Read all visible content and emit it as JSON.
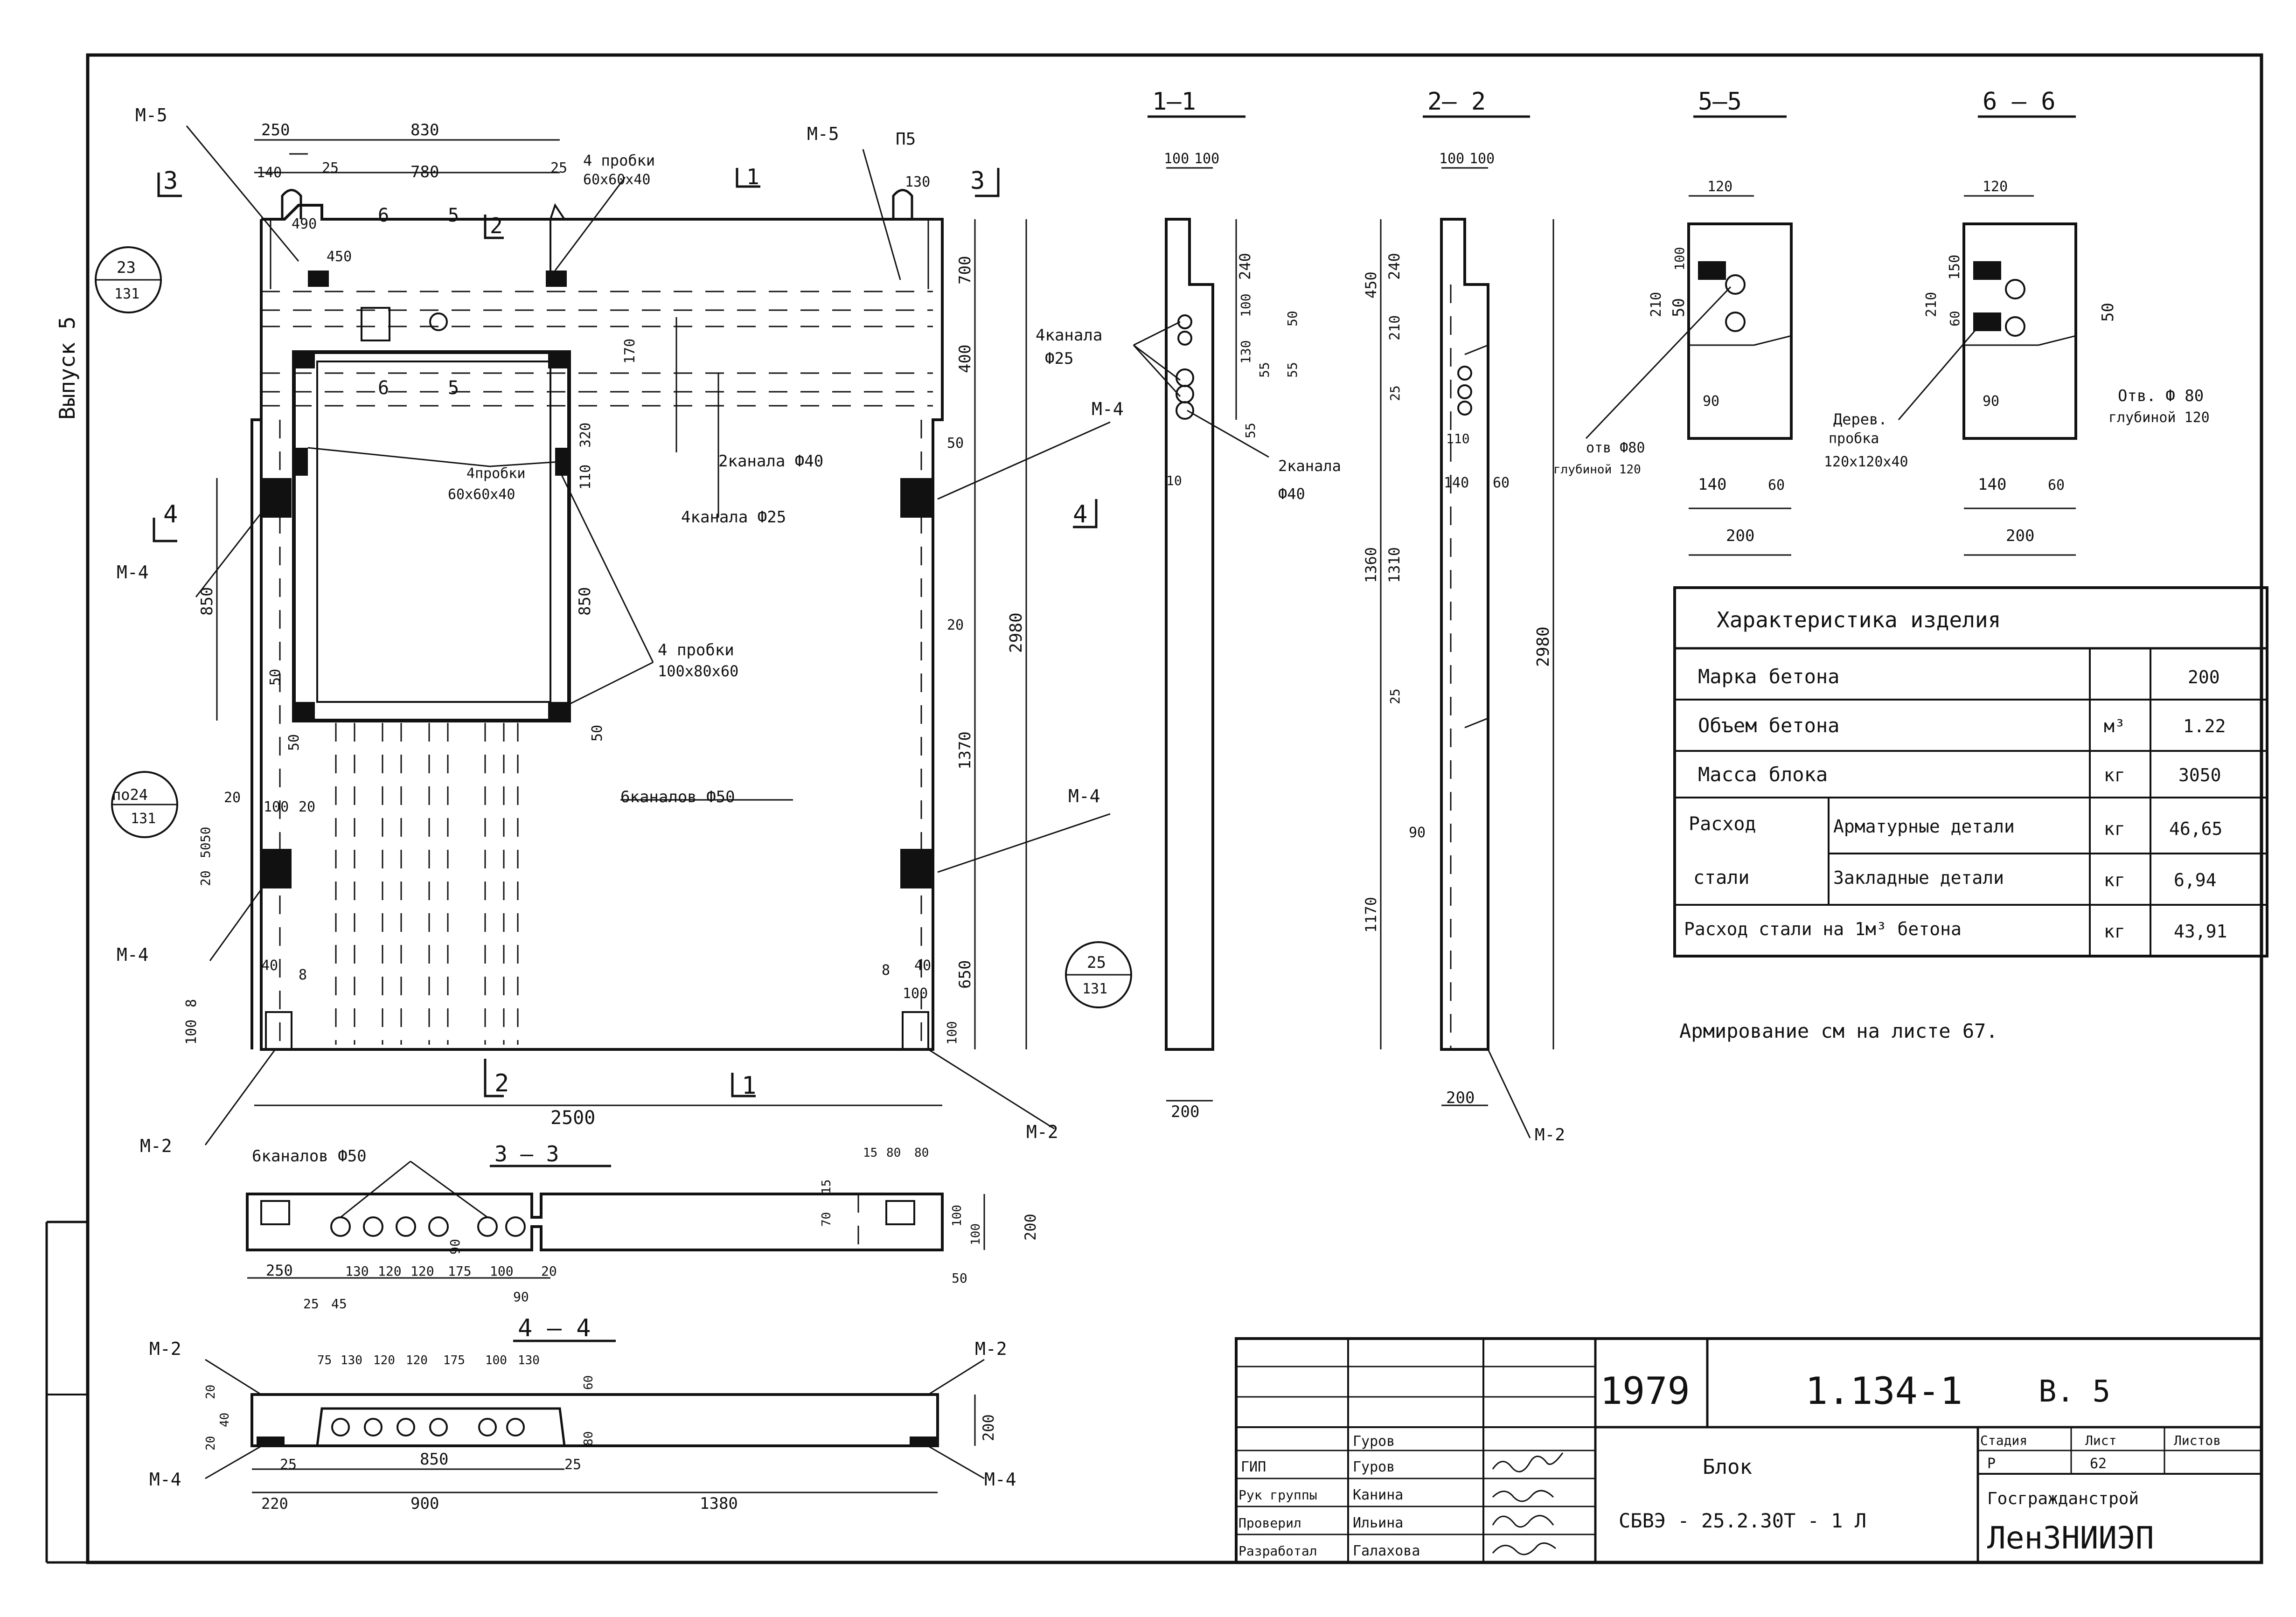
{
  "binder_label": "Выпуск 5",
  "main_view": {
    "mark_m5": "М-5",
    "mark_m4": "М-4",
    "mark_m2": "М-2",
    "mark_p5": "П5",
    "dim_250": "250",
    "dim_830": "830",
    "dim_140": "140",
    "dim_25": "25",
    "dim_780": "780",
    "dim_490": "490",
    "dim_450": "450",
    "dim_130": "130",
    "dim_700": "700",
    "dim_400": "400",
    "dim_2980": "2980",
    "dim_850": "850",
    "dim_1370": "1370",
    "dim_650": "650",
    "dim_2500": "2500",
    "dim_50": "50",
    "dim_20": "20",
    "dim_100": "100",
    "dim_40": "40",
    "dim_8": "8",
    "dim_320": "320",
    "dim_110": "110",
    "dim_170": "170",
    "dim_5050": "5050",
    "section_1": "1",
    "section_2": "2",
    "section_3": "3",
    "section_4": "4",
    "section_5": "5",
    "section_6": "6",
    "callout_23": "23",
    "callout_131": "131",
    "callout_p024": "по24",
    "callout_25": "25",
    "note_plugs_top": "4 пробки",
    "note_plugs_top_size": "60х60х40",
    "note_plugs_mid": "4пробки",
    "note_plugs_mid_size": "60х60х40",
    "note_plugs_bot": "4 пробки",
    "note_plugs_bot_size": "100х80х60",
    "note_2ch40": "2канала Ф40",
    "note_4ch25": "4канала Ф25",
    "note_6ch50": "6каналов Ф50"
  },
  "section_1_1": {
    "title": "1—1",
    "dim_100a": "100",
    "dim_100b": "100",
    "dim_240": "240",
    "dim_100": "100",
    "dim_50": "50",
    "dim_130": "130",
    "dim_55a": "55",
    "dim_55b": "55",
    "dim_55c": "55",
    "dim_10": "10",
    "dim_200": "200",
    "note_4ch": "4канала",
    "note_4ch_d": "Ф25",
    "note_2ch": "2канала",
    "note_2ch_d": "Ф40"
  },
  "section_2_2": {
    "title": "2— 2",
    "dim_100a": "100",
    "dim_100b": "100",
    "dim_450": "450",
    "dim_240": "240",
    "dim_210": "210",
    "dim_25a": "25",
    "dim_110": "110",
    "dim_140": "140",
    "dim_60": "60",
    "dim_1360": "1360",
    "dim_1310": "1310",
    "dim_25b": "25",
    "dim_90": "90",
    "dim_1170": "1170",
    "dim_2980": "2980",
    "dim_200": "200",
    "mark_m2": "М-2"
  },
  "section_5_5": {
    "title": "5—5",
    "dim_120": "120",
    "dim_210": "210",
    "dim_100": "100",
    "dim_50": "50",
    "dim_90": "90",
    "dim_140": "140",
    "dim_60": "60",
    "dim_200": "200",
    "note_hole": "отв Ф80",
    "note_hole_depth": "глубиной 120"
  },
  "section_6_6": {
    "title": "6 — 6",
    "dim_120": "120",
    "dim_150": "150",
    "dim_210": "210",
    "dim_60": "60",
    "dim_50": "50",
    "dim_90": "90",
    "dim_140": "140",
    "dim_60b": "60",
    "dim_200": "200",
    "note_plug_1": "Дерев.",
    "note_plug_2": "пробка",
    "note_plug_3": "120х120х40",
    "note_hole": "Отв. Ф 80",
    "note_hole_depth": "глубиной 120"
  },
  "characteristics": {
    "title": "Характеристика изделия",
    "rows": [
      {
        "name": "Марка бетона",
        "unit": "",
        "value": "200"
      },
      {
        "name": "Объем бетона",
        "unit": "м³",
        "value": "1.22"
      },
      {
        "name": "Масса блока",
        "unit": "кг",
        "value": "3050"
      },
      {
        "name": "Арматурные детали",
        "unit": "кг",
        "value": "46,65"
      },
      {
        "name": "Закладные детали",
        "unit": "кг",
        "value": "6,94"
      },
      {
        "name": "Расход стали на 1м³ бетона",
        "unit": "кг",
        "value": "43,91"
      }
    ],
    "steel_group_line1": "Расход",
    "steel_group_line2": "стали",
    "reinforcement_note": "Армирование см на листе 67."
  },
  "section_3_3": {
    "title": "3 — 3",
    "note_6ch": "6каналов Ф50",
    "dim_250": "250",
    "dim_25": "25",
    "dim_45": "45",
    "dim_130": "130",
    "dim_120a": "120",
    "dim_120b": "120",
    "dim_175": "175",
    "dim_100": "100",
    "dim_90": "90",
    "dim_20": "20",
    "dim_50": "50",
    "dim_15a": "15",
    "dim_80a": "80",
    "dim_80b": "80",
    "dim_15b": "15",
    "dim_70": "70",
    "dim_100b": "100",
    "dim_100c": "100",
    "dim_200": "200"
  },
  "section_4_4": {
    "title": "4 — 4",
    "mark_m2": "М-2",
    "mark_m4": "М-4",
    "dim_75": "75",
    "dim_130": "130",
    "dim_120a": "120",
    "dim_120b": "120",
    "dim_175": "175",
    "dim_100": "100",
    "dim_130b": "130",
    "dim_20a": "20",
    "dim_40": "40",
    "dim_20b": "20",
    "dim_60": "60",
    "dim_80": "80",
    "dim_200": "200",
    "dim_25a": "25",
    "dim_850": "850",
    "dim_25b": "25",
    "dim_220": "220",
    "dim_900": "900",
    "dim_1380": "1380"
  },
  "title_block": {
    "year": "1979",
    "series": "1.134-1",
    "issue": "В. 5",
    "stage_hdr": "Стадия",
    "sheet_hdr": "Лист",
    "sheets_hdr": "Листов",
    "stage": "Р",
    "sheet": "62",
    "sheets": "",
    "name_1": "Блок",
    "name_2": "СБВЭ - 25.2.30Т - 1 Л",
    "org_1": "Госгражданстрой",
    "org_2": "ЛенЗНИИЭП",
    "roles": [
      "ГИП",
      "Рук группы",
      "Проверил",
      "Разработал"
    ],
    "names_top": "Гуров",
    "names": [
      "Гуров",
      "Канина",
      "Ильина",
      "Галахова"
    ]
  }
}
